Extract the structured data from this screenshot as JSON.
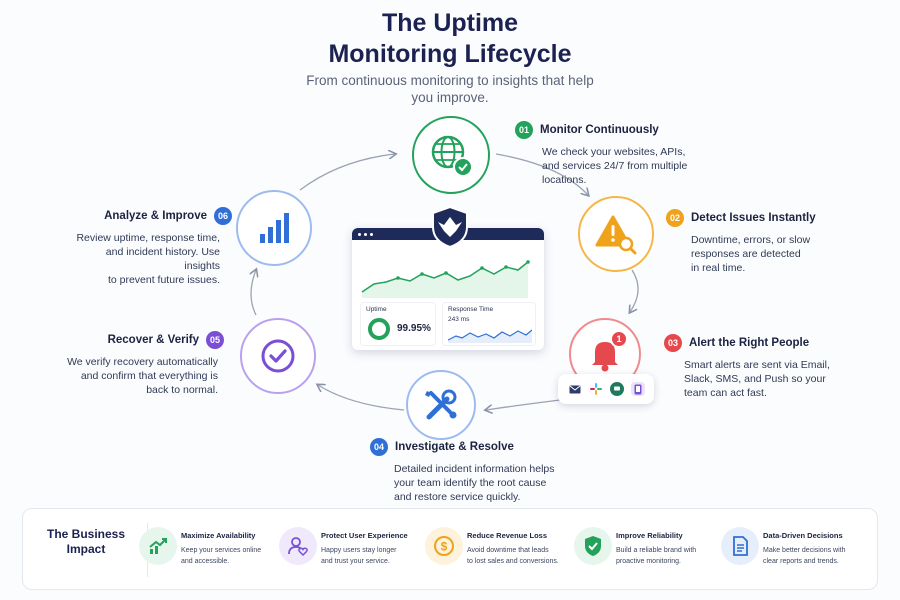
{
  "header": {
    "title": "The Uptime\nMonitoring Lifecycle",
    "subtitle": "From continuous monitoring to insights that help you improve."
  },
  "steps": [
    {
      "number": "01",
      "title": "Monitor Continuously",
      "description": "We check your websites, APIs,\nand services 24/7 from multiple\nlocations.",
      "icon": "globe-check-icon",
      "color": "#22a25a"
    },
    {
      "number": "02",
      "title": "Detect Issues Instantly",
      "description": "Downtime, errors, or slow\nresponses are detected\nin real time.",
      "icon": "warning-search-icon",
      "color": "#f0a21a"
    },
    {
      "number": "03",
      "title": "Alert the Right People",
      "description": "Smart alerts are sent via Email,\nSlack, SMS, and Push so your\nteam can act fast.",
      "icon": "bell-icon",
      "color": "#e5484d"
    },
    {
      "number": "04",
      "title": "Investigate & Resolve",
      "description": "Detailed incident information helps\nyour team identify the root cause\nand restore service quickly.",
      "icon": "tools-icon",
      "color": "#2f6fd6"
    },
    {
      "number": "05",
      "title": "Recover & Verify",
      "description": "We verify recovery automatically\nand confirm that everything is\nback to normal.",
      "icon": "check-circle-icon",
      "color": "#7a4fd6"
    },
    {
      "number": "06",
      "title": "Analyze & Improve",
      "description": "Review uptime, response time,\nand incident history. Use insights\nto prevent future issues.",
      "icon": "bar-chart-icon",
      "color": "#2f6fd6"
    }
  ],
  "dashboard": {
    "uptime_label": "Uptime",
    "uptime_value": "99.95%",
    "uptime_fraction": 0.9995,
    "response_label": "Response Time",
    "response_value": "243 ms"
  },
  "alert_badge": "1",
  "alert_channels": [
    "mail-icon",
    "slack-icon",
    "chat-icon",
    "phone-icon"
  ],
  "impact": {
    "heading": "The Business\nImpact",
    "items": [
      {
        "title": "Maximize Availability",
        "description": "Keep your services online\nand accessible.",
        "icon": "trend-up-icon",
        "color": "#22a25a",
        "bg": "#e6f6ec"
      },
      {
        "title": "Protect User Experience",
        "description": "Happy users stay longer\nand trust your service.",
        "icon": "user-heart-icon",
        "color": "#7a4fd6",
        "bg": "#efe9fb"
      },
      {
        "title": "Reduce Revenue Loss",
        "description": "Avoid downtime that leads\nto lost sales and conversions.",
        "icon": "coin-icon",
        "color": "#f0a21a",
        "bg": "#fdf2dc"
      },
      {
        "title": "Improve Reliability",
        "description": "Build a reliable brand with\nproactive monitoring.",
        "icon": "shield-check-icon",
        "color": "#22a25a",
        "bg": "#e6f6ec"
      },
      {
        "title": "Data-Driven Decisions",
        "description": "Make better decisions with\nclear reports and trends.",
        "icon": "report-icon",
        "color": "#2f6fd6",
        "bg": "#e6eefb"
      }
    ]
  }
}
